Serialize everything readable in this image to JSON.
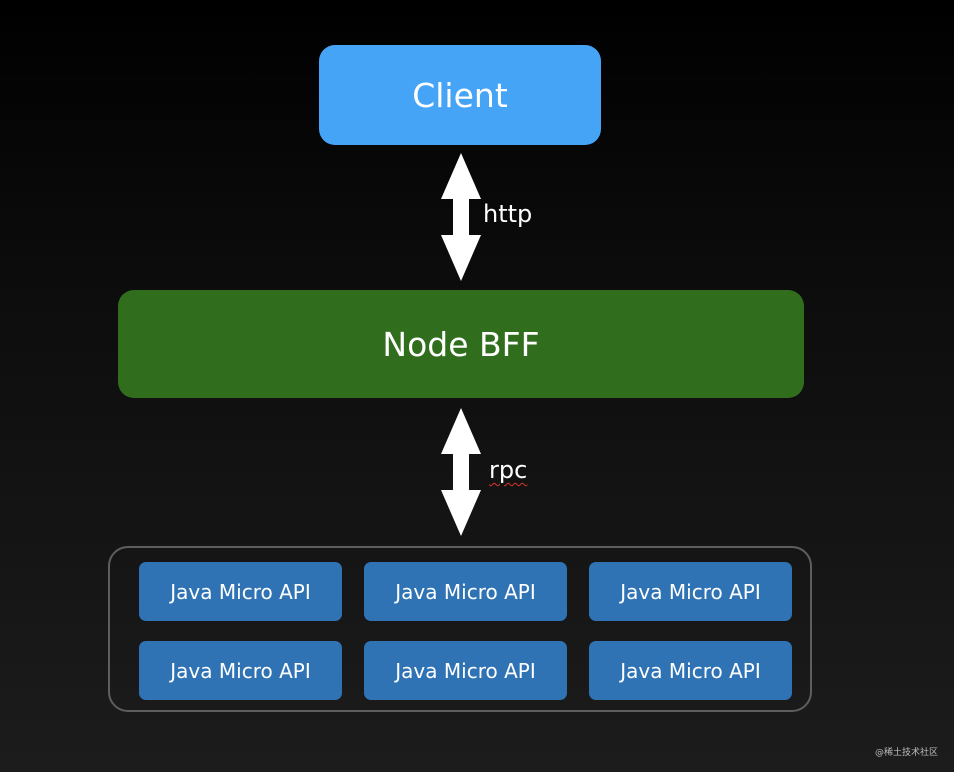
{
  "nodes": {
    "client": "Client",
    "bff": "Node BFF"
  },
  "edges": {
    "top": "http",
    "bottom": "rpc"
  },
  "services": [
    "Java Micro API",
    "Java Micro API",
    "Java Micro API",
    "Java Micro API",
    "Java Micro API",
    "Java Micro API"
  ],
  "watermark": "@稀土技术社区",
  "colors": {
    "client": "#46a4f7",
    "bff": "#306e1e",
    "service": "#2f73b5",
    "background": "#111111",
    "arrow": "#ffffff"
  },
  "icons": {
    "edges": "double-headed-arrow"
  }
}
